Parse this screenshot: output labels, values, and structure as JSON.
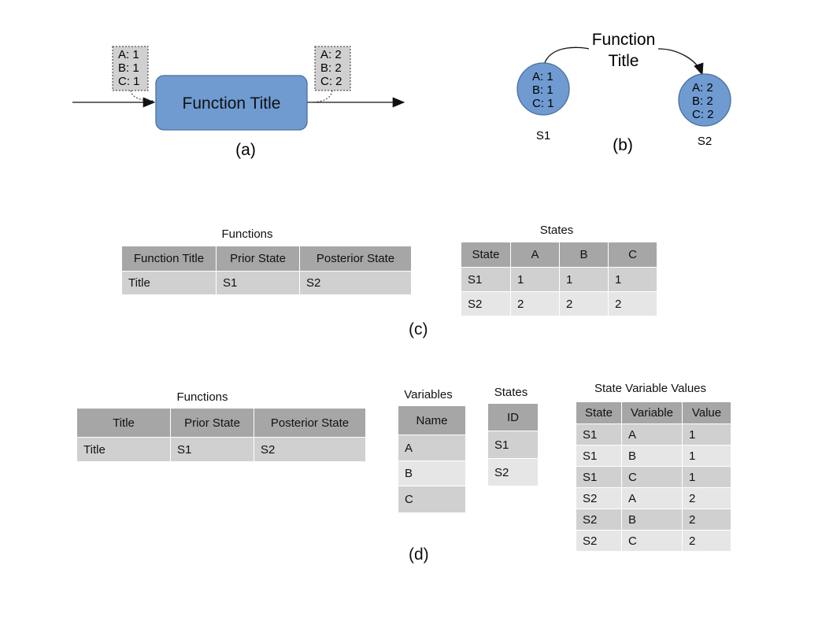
{
  "panel_a": {
    "state_in": [
      "A: 1",
      "B: 1",
      "C: 1"
    ],
    "state_out": [
      "A: 2",
      "B: 2",
      "C: 2"
    ],
    "function_label": "Function Title",
    "caption": "(a)"
  },
  "panel_b": {
    "function_label_line1": "Function",
    "function_label_line2": "Title",
    "s1_values": [
      "A: 1",
      "B: 1",
      "C: 1"
    ],
    "s2_values": [
      "A: 2",
      "B: 2",
      "C: 2"
    ],
    "s1_label": "S1",
    "s2_label": "S2",
    "caption": "(b)"
  },
  "panel_c": {
    "functions_title": "Functions",
    "functions_headers": [
      "Function Title",
      "Prior State",
      "Posterior State"
    ],
    "functions_rows": [
      [
        "Title",
        "S1",
        "S2"
      ]
    ],
    "states_title": "States",
    "states_headers": [
      "State",
      "A",
      "B",
      "C"
    ],
    "states_rows": [
      [
        "S1",
        "1",
        "1",
        "1"
      ],
      [
        "S2",
        "2",
        "2",
        "2"
      ]
    ],
    "caption": "(c)"
  },
  "panel_d": {
    "functions_title": "Functions",
    "functions_headers": [
      "Title",
      "Prior State",
      "Posterior State"
    ],
    "functions_rows": [
      [
        "Title",
        "S1",
        "S2"
      ]
    ],
    "variables_title": "Variables",
    "variables_header": "Name",
    "variables_rows": [
      "A",
      "B",
      "C"
    ],
    "states_title": "States",
    "states_header": "ID",
    "states_rows": [
      "S1",
      "S2"
    ],
    "svv_title": "State Variable Values",
    "svv_headers": [
      "State",
      "Variable",
      "Value"
    ],
    "svv_rows": [
      [
        "S1",
        "A",
        "1"
      ],
      [
        "S1",
        "B",
        "1"
      ],
      [
        "S1",
        "C",
        "1"
      ],
      [
        "S2",
        "A",
        "2"
      ],
      [
        "S2",
        "B",
        "2"
      ],
      [
        "S2",
        "C",
        "2"
      ]
    ],
    "caption": "(d)"
  },
  "colors": {
    "node_fill": "#6f9bd1",
    "node_stroke": "#4a6fa0",
    "header_gray": "#a6a6a6",
    "cell_gray": "#d0d0d0",
    "cell_light": "#e6e6e6"
  }
}
